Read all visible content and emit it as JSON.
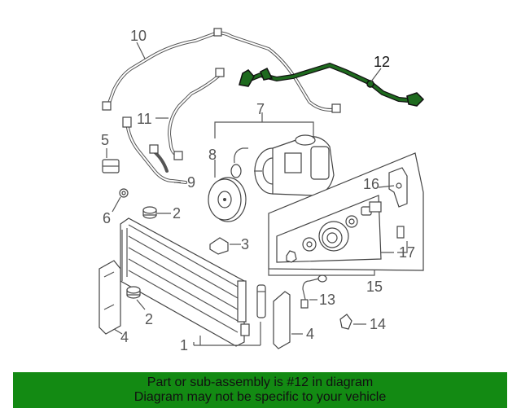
{
  "diagram": {
    "callouts": {
      "c1": "1",
      "c2a": "2",
      "c2b": "2",
      "c3": "3",
      "c4a": "4",
      "c4b": "4",
      "c5": "5",
      "c6": "6",
      "c7": "7",
      "c8": "8",
      "c9": "9",
      "c10": "10",
      "c11": "11",
      "c12": "12",
      "c13": "13",
      "c14": "14",
      "c15": "15",
      "c16": "16",
      "c17": "17"
    },
    "highlight_color": "#1e6a1e"
  },
  "banner": {
    "line1": "Part or sub-assembly is #12 in diagram",
    "line2": "Diagram may not be specific to your vehicle",
    "background": "#138a13"
  }
}
